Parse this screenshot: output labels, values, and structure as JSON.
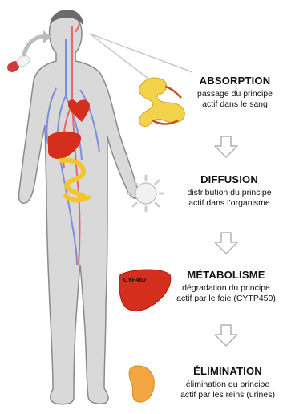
{
  "steps": [
    {
      "title": "ABSORPTION",
      "desc_1": "passage du principe",
      "desc_2": "actif dans le sang"
    },
    {
      "title": "DIFFUSION",
      "desc_1": "distribution du principe",
      "desc_2": "actif dans l’organisme"
    },
    {
      "title": "MÉTABOLISME",
      "desc_1": "dégradation du principe",
      "desc_2": "actif par le foie (CYTP450)"
    },
    {
      "title": "ÉLIMINATION",
      "desc_1": "élimination du principe",
      "desc_2": "actif par les reins (urines)"
    }
  ],
  "liver_label": "CYP450",
  "colors": {
    "body_fill": "#d9d9d9",
    "body_outline": "#8a8a8a",
    "artery": "#e8676b",
    "vein": "#7b8fd6",
    "liver": "#d42e1c",
    "intestine": "#f3c62b",
    "kidney": "#f3a640",
    "pill_red": "#d33b3b",
    "arrow_outline": "#b0b0b0"
  },
  "icons": [
    "pill-icon",
    "curved-arrow-icon",
    "intestine-icon",
    "sun-icon",
    "liver-icon",
    "kidney-icon",
    "down-arrow-icon"
  ]
}
